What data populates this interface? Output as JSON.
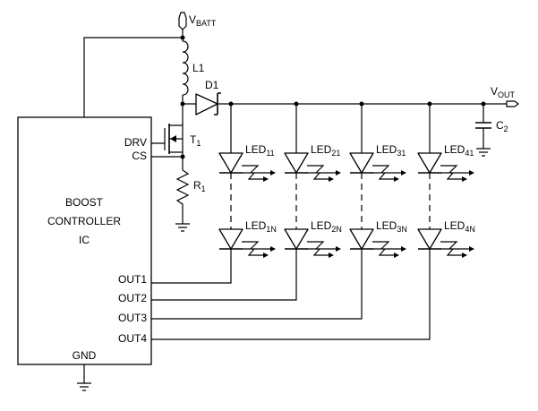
{
  "ic": {
    "name_line1": "BOOST",
    "name_line2": "CONTROLLER",
    "name_line3": "IC",
    "pins": {
      "drv": "DRV",
      "cs": "CS",
      "out1": "OUT1",
      "out2": "OUT2",
      "out3": "OUT3",
      "out4": "OUT4",
      "gnd": "GND"
    }
  },
  "nets": {
    "vbatt_main": "V",
    "vbatt_sub": "BATT",
    "vout_main": "V",
    "vout_sub": "OUT"
  },
  "components": {
    "inductor": "L1",
    "diode": "D1",
    "transistor_main": "T",
    "transistor_sub": "1",
    "resistor_main": "R",
    "resistor_sub": "1",
    "capacitor_main": "C",
    "capacitor_sub": "2"
  },
  "leds": {
    "prefix": "LED",
    "top_subs": [
      "11",
      "21",
      "31",
      "41"
    ],
    "bottom_subs": [
      "1N",
      "2N",
      "3N",
      "4N"
    ]
  }
}
